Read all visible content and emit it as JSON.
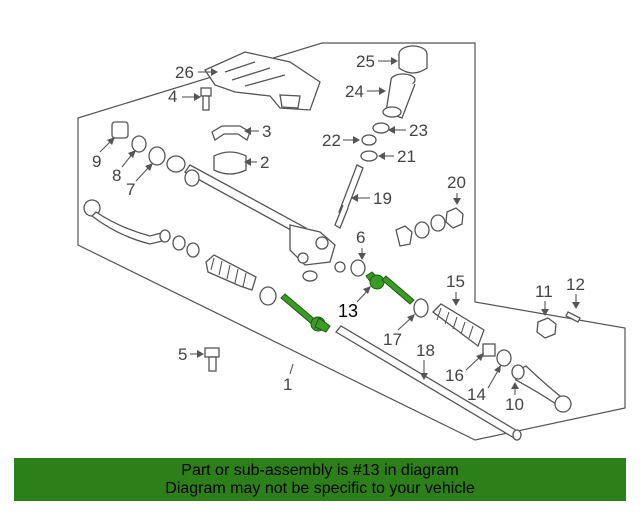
{
  "diagram": {
    "callouts": {
      "c1": "1",
      "c2": "2",
      "c3": "3",
      "c4": "4",
      "c5": "5",
      "c6": "6",
      "c7": "7",
      "c8": "8",
      "c9": "9",
      "c10": "10",
      "c11": "11",
      "c12": "12",
      "c13": "13",
      "c14": "14",
      "c15": "15",
      "c16": "16",
      "c17": "17",
      "c18": "18",
      "c19": "19",
      "c20": "20",
      "c21": "21",
      "c22": "22",
      "c23": "23",
      "c24": "24",
      "c25": "25",
      "c26": "26"
    },
    "highlighted_part": "13",
    "highlight_color": "#2f8a1e"
  },
  "banner": {
    "line1": "Part or sub-assembly is #13 in diagram",
    "line2": "Diagram may not be specific to your vehicle",
    "background": "#2d7f1a"
  }
}
